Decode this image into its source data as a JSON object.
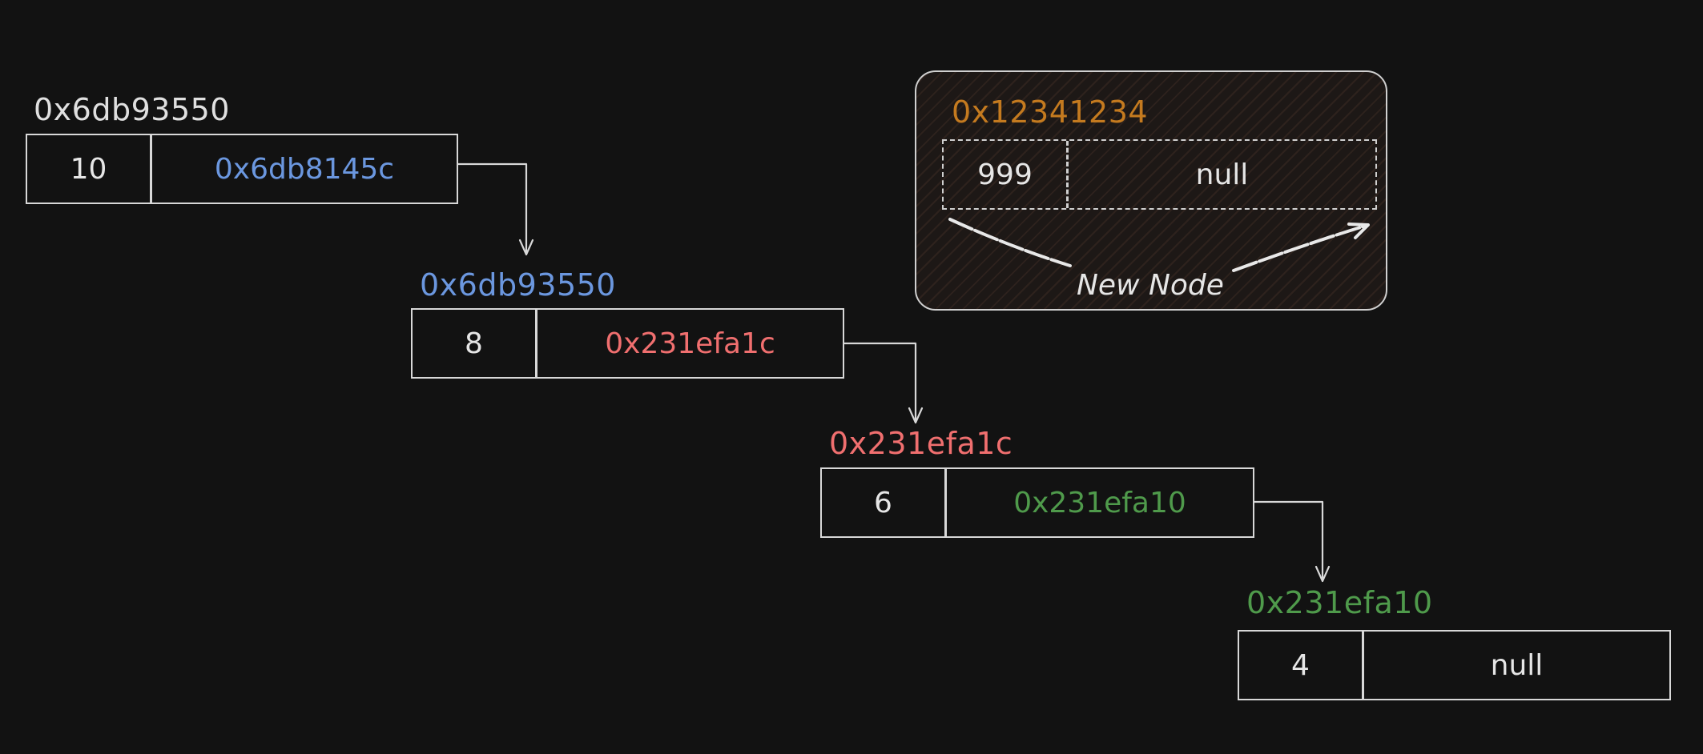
{
  "colors": {
    "white": "#e0e0e0",
    "blue": "#6b97df",
    "red": "#f06f6f",
    "green": "#4f9a4b",
    "orange": "#c47a1f"
  },
  "nodes": [
    {
      "address": "0x6db93550",
      "value": "10",
      "next": "0x6db8145c"
    },
    {
      "address": "0x6db93550",
      "value": "8",
      "next": "0x231efa1c"
    },
    {
      "address": "0x231efa1c",
      "value": "6",
      "next": "0x231efa10"
    },
    {
      "address": "0x231efa10",
      "value": "4",
      "next": "null"
    }
  ],
  "new_node": {
    "address": "0x12341234",
    "value": "999",
    "next": "null",
    "caption": "New Node"
  }
}
